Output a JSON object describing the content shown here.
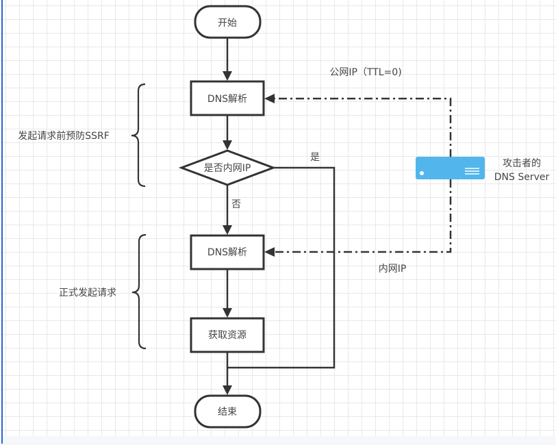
{
  "diagram": {
    "nodes": {
      "start": "开始",
      "dns1": "DNS解析",
      "decision": "是否内网IP",
      "dns2": "DNS解析",
      "fetch": "获取资源",
      "end": "结束"
    },
    "edge_labels": {
      "yes": "是",
      "no": "否",
      "public_ip": "公网IP（TTL=0)",
      "internal_ip": "内网IP"
    },
    "groups": {
      "pre_request": "发起请求前预防SSRF",
      "formal_request": "正式发起请求"
    },
    "attacker": {
      "line1": "攻击者的",
      "line2": "DNS Server",
      "icon": "server-icon",
      "color": "#52b6ec"
    }
  }
}
